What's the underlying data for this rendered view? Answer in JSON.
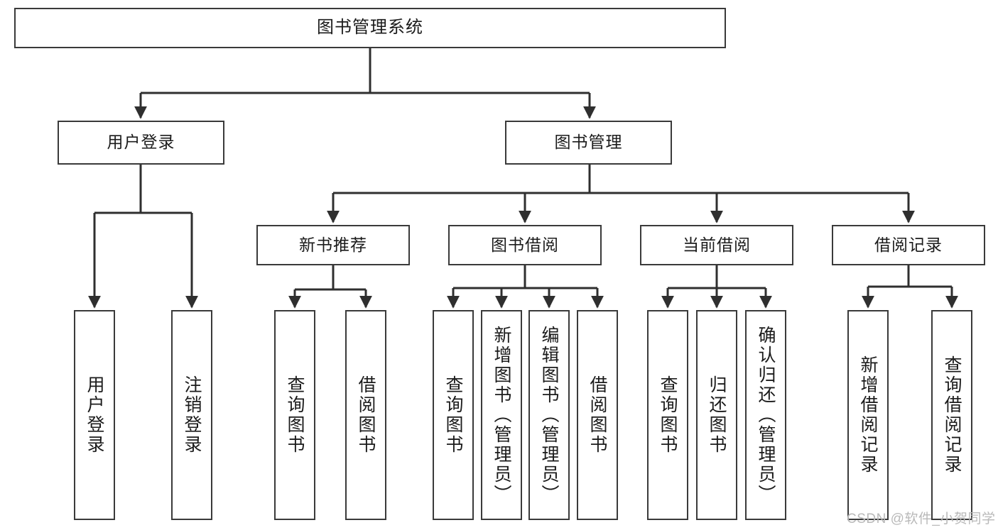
{
  "diagram": {
    "type": "tree-hierarchy",
    "title": "图书管理系统",
    "watermark": "CSDN @软件_小贺同学",
    "colors": {
      "box_border": "#3a3a3a",
      "box_fill": "#ffffff",
      "connector": "#2f2f2f",
      "text": "#1b1b1b",
      "watermark": "#b9b9b9",
      "background": "#ffffff"
    },
    "levels": [
      {
        "level": 1,
        "nodes": [
          {
            "id": "root",
            "label": "图书管理系统",
            "orientation": "horizontal"
          }
        ]
      },
      {
        "level": 2,
        "nodes": [
          {
            "id": "l2-1",
            "label": "用户登录",
            "orientation": "horizontal",
            "parent": "root"
          },
          {
            "id": "l2-2",
            "label": "图书管理",
            "orientation": "horizontal",
            "parent": "root"
          }
        ]
      },
      {
        "level": 3,
        "nodes": [
          {
            "id": "l3-1",
            "label": "新书推荐",
            "orientation": "horizontal",
            "parent": "l2-2"
          },
          {
            "id": "l3-2",
            "label": "图书借阅",
            "orientation": "horizontal",
            "parent": "l2-2"
          },
          {
            "id": "l3-3",
            "label": "当前借阅",
            "orientation": "horizontal",
            "parent": "l2-2"
          },
          {
            "id": "l3-4",
            "label": "借阅记录",
            "orientation": "horizontal",
            "parent": "l2-2"
          }
        ]
      },
      {
        "level": 4,
        "nodes": [
          {
            "id": "leaf-1",
            "label": "用户登录",
            "orientation": "vertical",
            "parent": "l2-1"
          },
          {
            "id": "leaf-2",
            "label": "注销登录",
            "orientation": "vertical",
            "parent": "l2-1"
          },
          {
            "id": "leaf-3",
            "label": "查询图书",
            "orientation": "vertical",
            "parent": "l3-1"
          },
          {
            "id": "leaf-4",
            "label": "借阅图书",
            "orientation": "vertical",
            "parent": "l3-1"
          },
          {
            "id": "leaf-5",
            "label": "查询图书",
            "orientation": "vertical",
            "parent": "l3-2"
          },
          {
            "id": "leaf-6",
            "label": "新增图书（管理员）",
            "orientation": "vertical",
            "parent": "l3-2"
          },
          {
            "id": "leaf-7",
            "label": "编辑图书（管理员）",
            "orientation": "vertical",
            "parent": "l3-2"
          },
          {
            "id": "leaf-8",
            "label": "借阅图书",
            "orientation": "vertical",
            "parent": "l3-2"
          },
          {
            "id": "leaf-9",
            "label": "查询图书",
            "orientation": "vertical",
            "parent": "l3-3"
          },
          {
            "id": "leaf-10",
            "label": "归还图书",
            "orientation": "vertical",
            "parent": "l3-3"
          },
          {
            "id": "leaf-11",
            "label": "确认归还（管理员）",
            "orientation": "vertical",
            "parent": "l3-3"
          },
          {
            "id": "leaf-12",
            "label": "新增借阅记录",
            "orientation": "vertical",
            "parent": "l3-4"
          },
          {
            "id": "leaf-13",
            "label": "查询借阅记录",
            "orientation": "vertical",
            "parent": "l3-4"
          }
        ]
      }
    ]
  }
}
